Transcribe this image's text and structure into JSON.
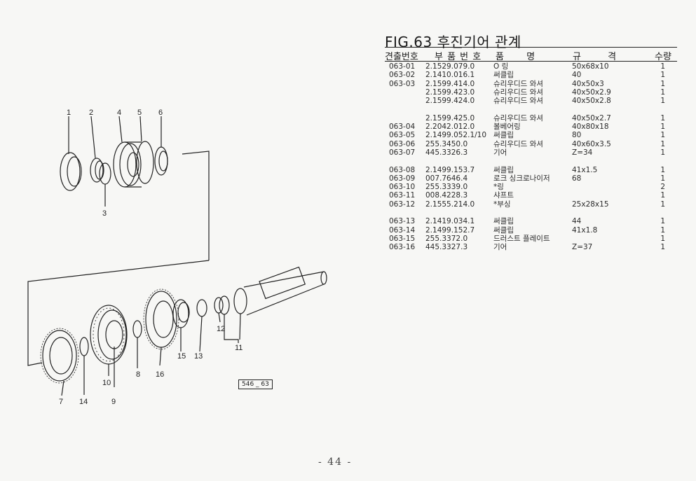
{
  "figure_title": "FIG.63 후진기어 관계",
  "headers": {
    "col_no": "견출번호",
    "col_part": "부 품 번 호",
    "col_name": "품 명",
    "col_spec": "규 격",
    "col_qty": "수량"
  },
  "rows": [
    {
      "no": "063-01",
      "part": "2.1529.079.0",
      "name": "O 링",
      "spec": "50x68x10",
      "qty": "1"
    },
    {
      "no": "063-02",
      "part": "2.1410.016.1",
      "name": "써클립",
      "spec": "40",
      "qty": "1"
    },
    {
      "no": "063-03",
      "part": "2.1599.414.0",
      "name": "슈리우디드 와셔",
      "spec": "40x50x3",
      "qty": "1"
    },
    {
      "no": "",
      "part": "2.1599.423.0",
      "name": "슈리우디드 와셔",
      "spec": "40x50x2.9",
      "qty": "1"
    },
    {
      "no": "",
      "part": "2.1599.424.0",
      "name": "슈리우디드 와셔",
      "spec": "40x50x2.8",
      "qty": "1"
    },
    {
      "gap": true
    },
    {
      "no": "",
      "part": "2.1599.425.0",
      "name": "슈리우디드 와셔",
      "spec": "40x50x2.7",
      "qty": "1"
    },
    {
      "no": "063-04",
      "part": "2.2042.012.0",
      "name": "볼베어링",
      "spec": "40x80x18",
      "qty": "1"
    },
    {
      "no": "063-05",
      "part": "2.1499.052.1/10",
      "name": "써클립",
      "spec": "80",
      "qty": "1"
    },
    {
      "no": "063-06",
      "part": "255.3450.0",
      "name": "슈리우디드 와셔",
      "spec": "40x60x3.5",
      "qty": "1"
    },
    {
      "no": "063-07",
      "part": "445.3326.3",
      "name": "기어",
      "spec": "Z=34",
      "qty": "1"
    },
    {
      "gap": true
    },
    {
      "no": "063-08",
      "part": "2.1499.153.7",
      "name": "써클립",
      "spec": "41x1.5",
      "qty": "1"
    },
    {
      "no": "063-09",
      "part": "007.7646.4",
      "name": "로크 싱크로나이저",
      "spec": "68",
      "qty": "1"
    },
    {
      "no": "063-10",
      "part": "255.3339.0",
      "name": "*링",
      "spec": "",
      "qty": "2"
    },
    {
      "no": "063-11",
      "part": "008.4228.3",
      "name": "샤프트",
      "spec": "",
      "qty": "1"
    },
    {
      "no": "063-12",
      "part": "2.1555.214.0",
      "name": "*부싱",
      "spec": "25x28x15",
      "qty": "1"
    },
    {
      "gap": true
    },
    {
      "no": "063-13",
      "part": "2.1419.034.1",
      "name": "써클립",
      "spec": "44",
      "qty": "1"
    },
    {
      "no": "063-14",
      "part": "2.1499.152.7",
      "name": "써클립",
      "spec": "41x1.8",
      "qty": "1"
    },
    {
      "no": "063-15",
      "part": "255.3372.0",
      "name": "드러스트 플레이트",
      "spec": "",
      "qty": "1"
    },
    {
      "no": "063-16",
      "part": "445.3327.3",
      "name": "기어",
      "spec": "Z=37",
      "qty": "1"
    }
  ],
  "diagram_labels": [
    "1",
    "2",
    "4",
    "5",
    "6",
    "3",
    "12",
    "11",
    "15",
    "13",
    "8",
    "16",
    "10",
    "7",
    "14",
    "9"
  ],
  "ref_code": "546 _ 63",
  "page_number": "- 44 -"
}
